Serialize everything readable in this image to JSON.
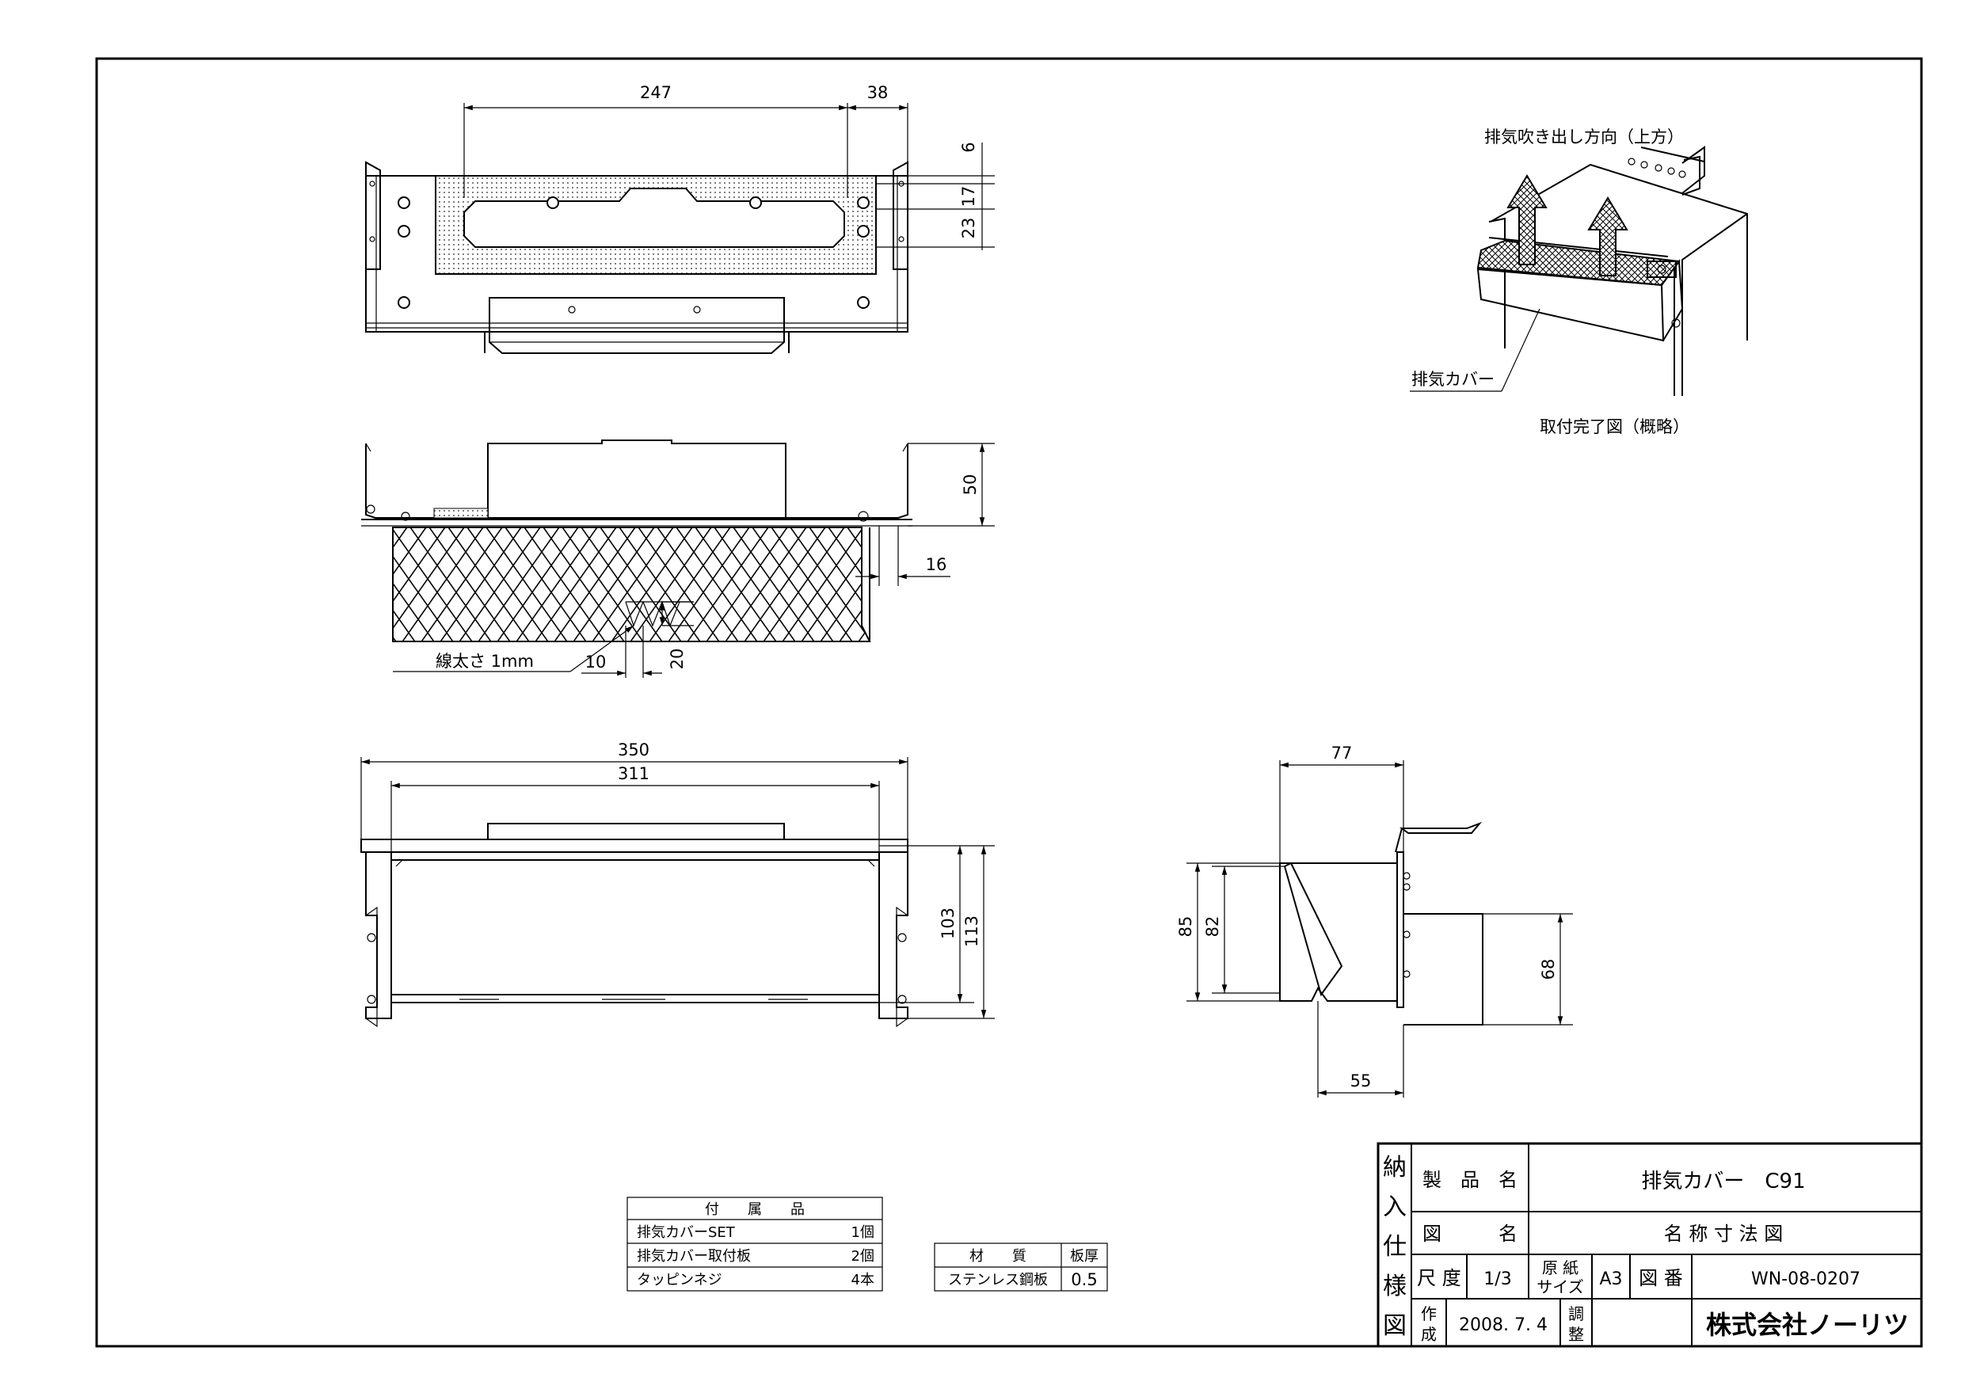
{
  "dimensions": {
    "top_view": [
      "247",
      "38",
      "6",
      "17",
      "23"
    ],
    "front_view": [
      "50",
      "16"
    ],
    "mesh": {
      "line_note": "線太さ 1mm",
      "pitch_h": "10",
      "pitch_v": "20"
    },
    "bottom_view": [
      "350",
      "311",
      "103",
      "113"
    ],
    "side_view": [
      "77",
      "85",
      "82",
      "68",
      "55"
    ]
  },
  "iso_view": {
    "direction_label": "排気吹き出し方向（上方）",
    "part_label": "排気カバー",
    "caption": "取付完了図（概略）"
  },
  "accessories": {
    "header": "付　　属　　品",
    "items": [
      {
        "name": "排気カバーSET",
        "qty": "1個"
      },
      {
        "name": "排気カバー取付板",
        "qty": "2個"
      },
      {
        "name": "タッピンネジ",
        "qty": "4本"
      }
    ]
  },
  "material": {
    "headers": [
      "材　　質",
      "板厚"
    ],
    "value": "ステンレス鋼板",
    "thickness": "0.5"
  },
  "title_block": {
    "side_title": [
      "納",
      "入",
      "仕",
      "様",
      "図"
    ],
    "product_name_label": "製　品　名",
    "product_name": "排気カバー　C91",
    "drawing_name_label": "図　　　名",
    "drawing_name": "名 称 寸 法 図",
    "scale_label": "尺 度",
    "scale": "1/3",
    "paper_label": [
      "原 紙",
      "サイズ"
    ],
    "paper": "A3",
    "drawing_no_label": "図 番",
    "drawing_no": "WN-08-0207",
    "created_label": [
      "作",
      "成"
    ],
    "created": "2008. 7. 4",
    "checked_label": [
      "調",
      "整"
    ],
    "company": "株式会社ノーリツ"
  }
}
